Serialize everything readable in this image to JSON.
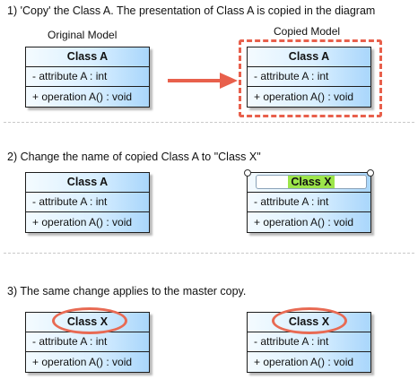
{
  "steps": [
    {
      "title": "1) 'Copy' the Class A. The presentation of Class A is copied in the diagram"
    },
    {
      "title": "2) Change the name of copied Class A to \"Class X\""
    },
    {
      "title": "3) The same change applies to the master copy."
    }
  ],
  "labels": {
    "original_model": "Original Model",
    "copied_model": "Copied Model"
  },
  "classes": {
    "s1_original": {
      "name": "Class A",
      "attribute": "- attribute A : int",
      "operation": "+ operation A() : void"
    },
    "s1_copy": {
      "name": "Class A",
      "attribute": "- attribute A : int",
      "operation": "+ operation A() : void"
    },
    "s2_original": {
      "name": "Class A",
      "attribute": "- attribute A : int",
      "operation": "+ operation A() : void"
    },
    "s2_copy": {
      "name": "Class X",
      "attribute": "- attribute A : int",
      "operation": "+ operation A() : void"
    },
    "s3_original": {
      "name": "Class X",
      "attribute": "- attribute A : int",
      "operation": "+ operation A() : void"
    },
    "s3_copy": {
      "name": "Class X",
      "attribute": "- attribute A : int",
      "operation": "+ operation A() : void"
    }
  },
  "colors": {
    "highlight": "#e8604c",
    "edit_highlight": "#9ce54a",
    "class_fill": "#d9efff"
  }
}
